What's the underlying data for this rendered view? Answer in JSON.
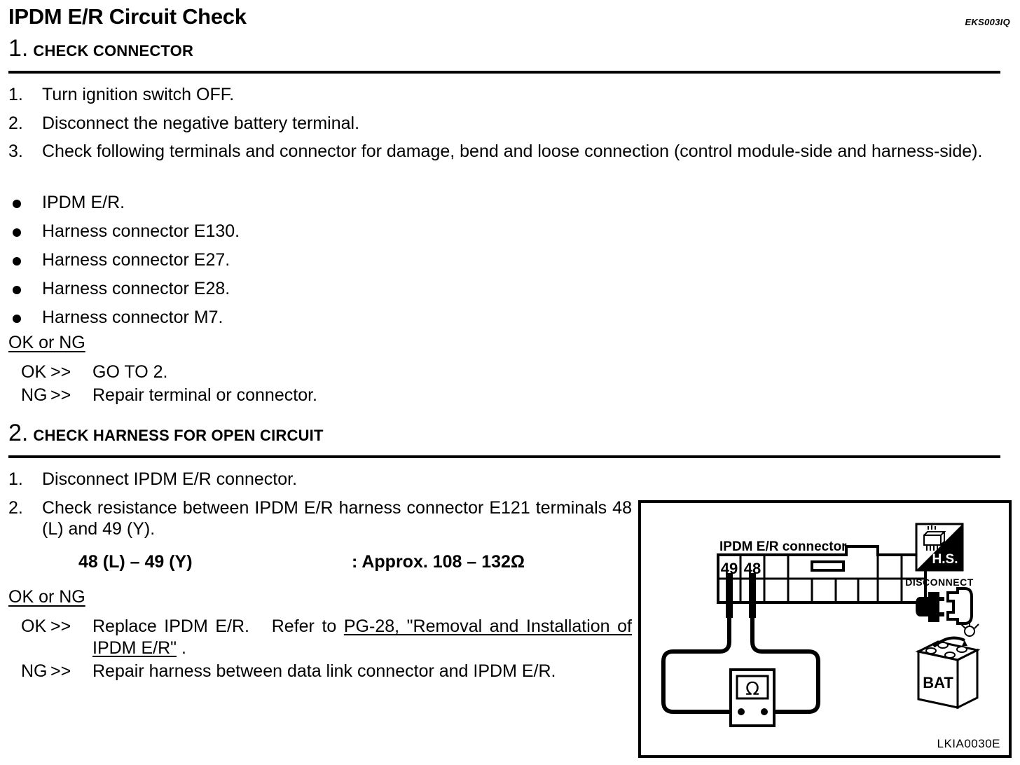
{
  "document": {
    "title": "IPDM E/R Circuit Check",
    "reference_code": "EKS003IQ"
  },
  "steps": [
    {
      "number": "1.",
      "label": "CHECK CONNECTOR",
      "instructions": [
        {
          "num": "1.",
          "text": "Turn ignition switch OFF."
        },
        {
          "num": "2.",
          "text": "Disconnect the negative battery terminal."
        },
        {
          "num": "3.",
          "text": "Check following terminals and connector for damage, bend and loose connection (control module-side and harness-side)."
        }
      ],
      "bullets": [
        "IPDM E/R.",
        "Harness connector E130.",
        "Harness connector E27.",
        "Harness connector E28.",
        "Harness connector M7."
      ],
      "judgement": {
        "heading": "OK or NG",
        "rows": [
          {
            "tag": "OK",
            "arrow": ">>",
            "text": "GO TO 2."
          },
          {
            "tag": "NG",
            "arrow": ">>",
            "text": "Repair terminal or connector."
          }
        ]
      }
    },
    {
      "number": "2.",
      "label": "CHECK HARNESS FOR OPEN CIRCUIT",
      "instructions": [
        {
          "num": "1.",
          "text": "Disconnect IPDM E/R connector."
        },
        {
          "num": "2.",
          "text": "Check resistance between IPDM E/R harness connector E121 terminals 48 (L) and 49 (Y)."
        }
      ],
      "spec": {
        "terminals": "48 (L) – 49 (Y)",
        "value": ": Approx. 108 – 132Ω"
      },
      "judgement": {
        "heading": "OK or NG",
        "rows": [
          {
            "tag": "OK",
            "arrow": ">>",
            "text_before": "Replace IPDM E/R.   Refer to ",
            "link": "PG-28, \"Removal and Installation of IPDM E/R\"",
            "text_after": " ."
          },
          {
            "tag": "NG",
            "arrow": ">>",
            "text": "Repair harness between data link connector and IPDM E/R."
          }
        ]
      }
    }
  ],
  "figure": {
    "caption": "IPDM E/R connector",
    "figure_id": "LKIA0030E",
    "connector": {
      "pins": [
        "49",
        "48"
      ],
      "top_row_cells": 3,
      "bottom_row_cells": 6
    },
    "meter": {
      "symbol": "Ω",
      "name": "ohmmeter"
    },
    "icons": [
      {
        "name": "hs-icon",
        "label": "H.S."
      },
      {
        "name": "disconnect-icon",
        "label": "DISCONNECT"
      },
      {
        "name": "battery-icon",
        "label": "BAT"
      }
    ]
  }
}
